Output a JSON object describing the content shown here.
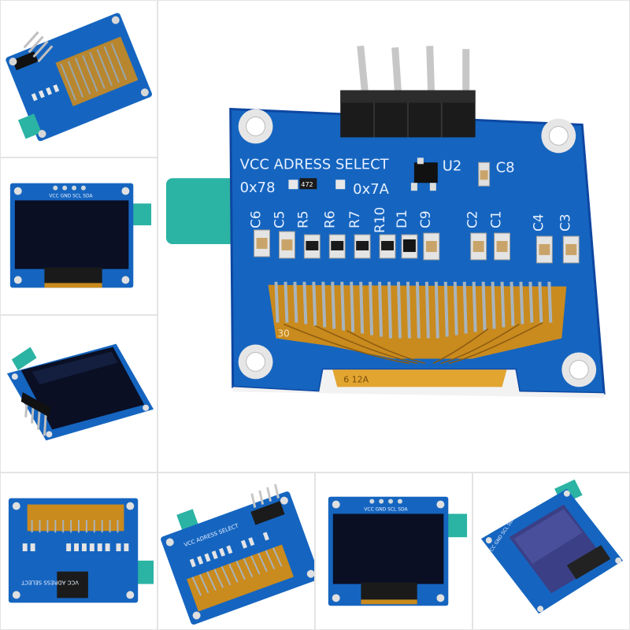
{
  "gallery": {
    "main": {
      "header_label": "VCC ADRESS SELECT",
      "u2": "U2",
      "c8": "C8",
      "addr_left": "0x78",
      "addr_right": "0x7A",
      "resistor_code": "472",
      "components": [
        "C6",
        "C5",
        "R5",
        "R6",
        "R7",
        "R10",
        "D1",
        "C9",
        "C2",
        "C1",
        "C4",
        "C3"
      ],
      "ribbon_code": "30",
      "ribbon_id": "6 12A"
    },
    "pin_label": "VCC GND SCL SDA",
    "board_color": "#1565c0",
    "ribbon_color": "#c98a1e",
    "tab_color": "#2bb3a3",
    "screen_color": "#0a0f24"
  }
}
